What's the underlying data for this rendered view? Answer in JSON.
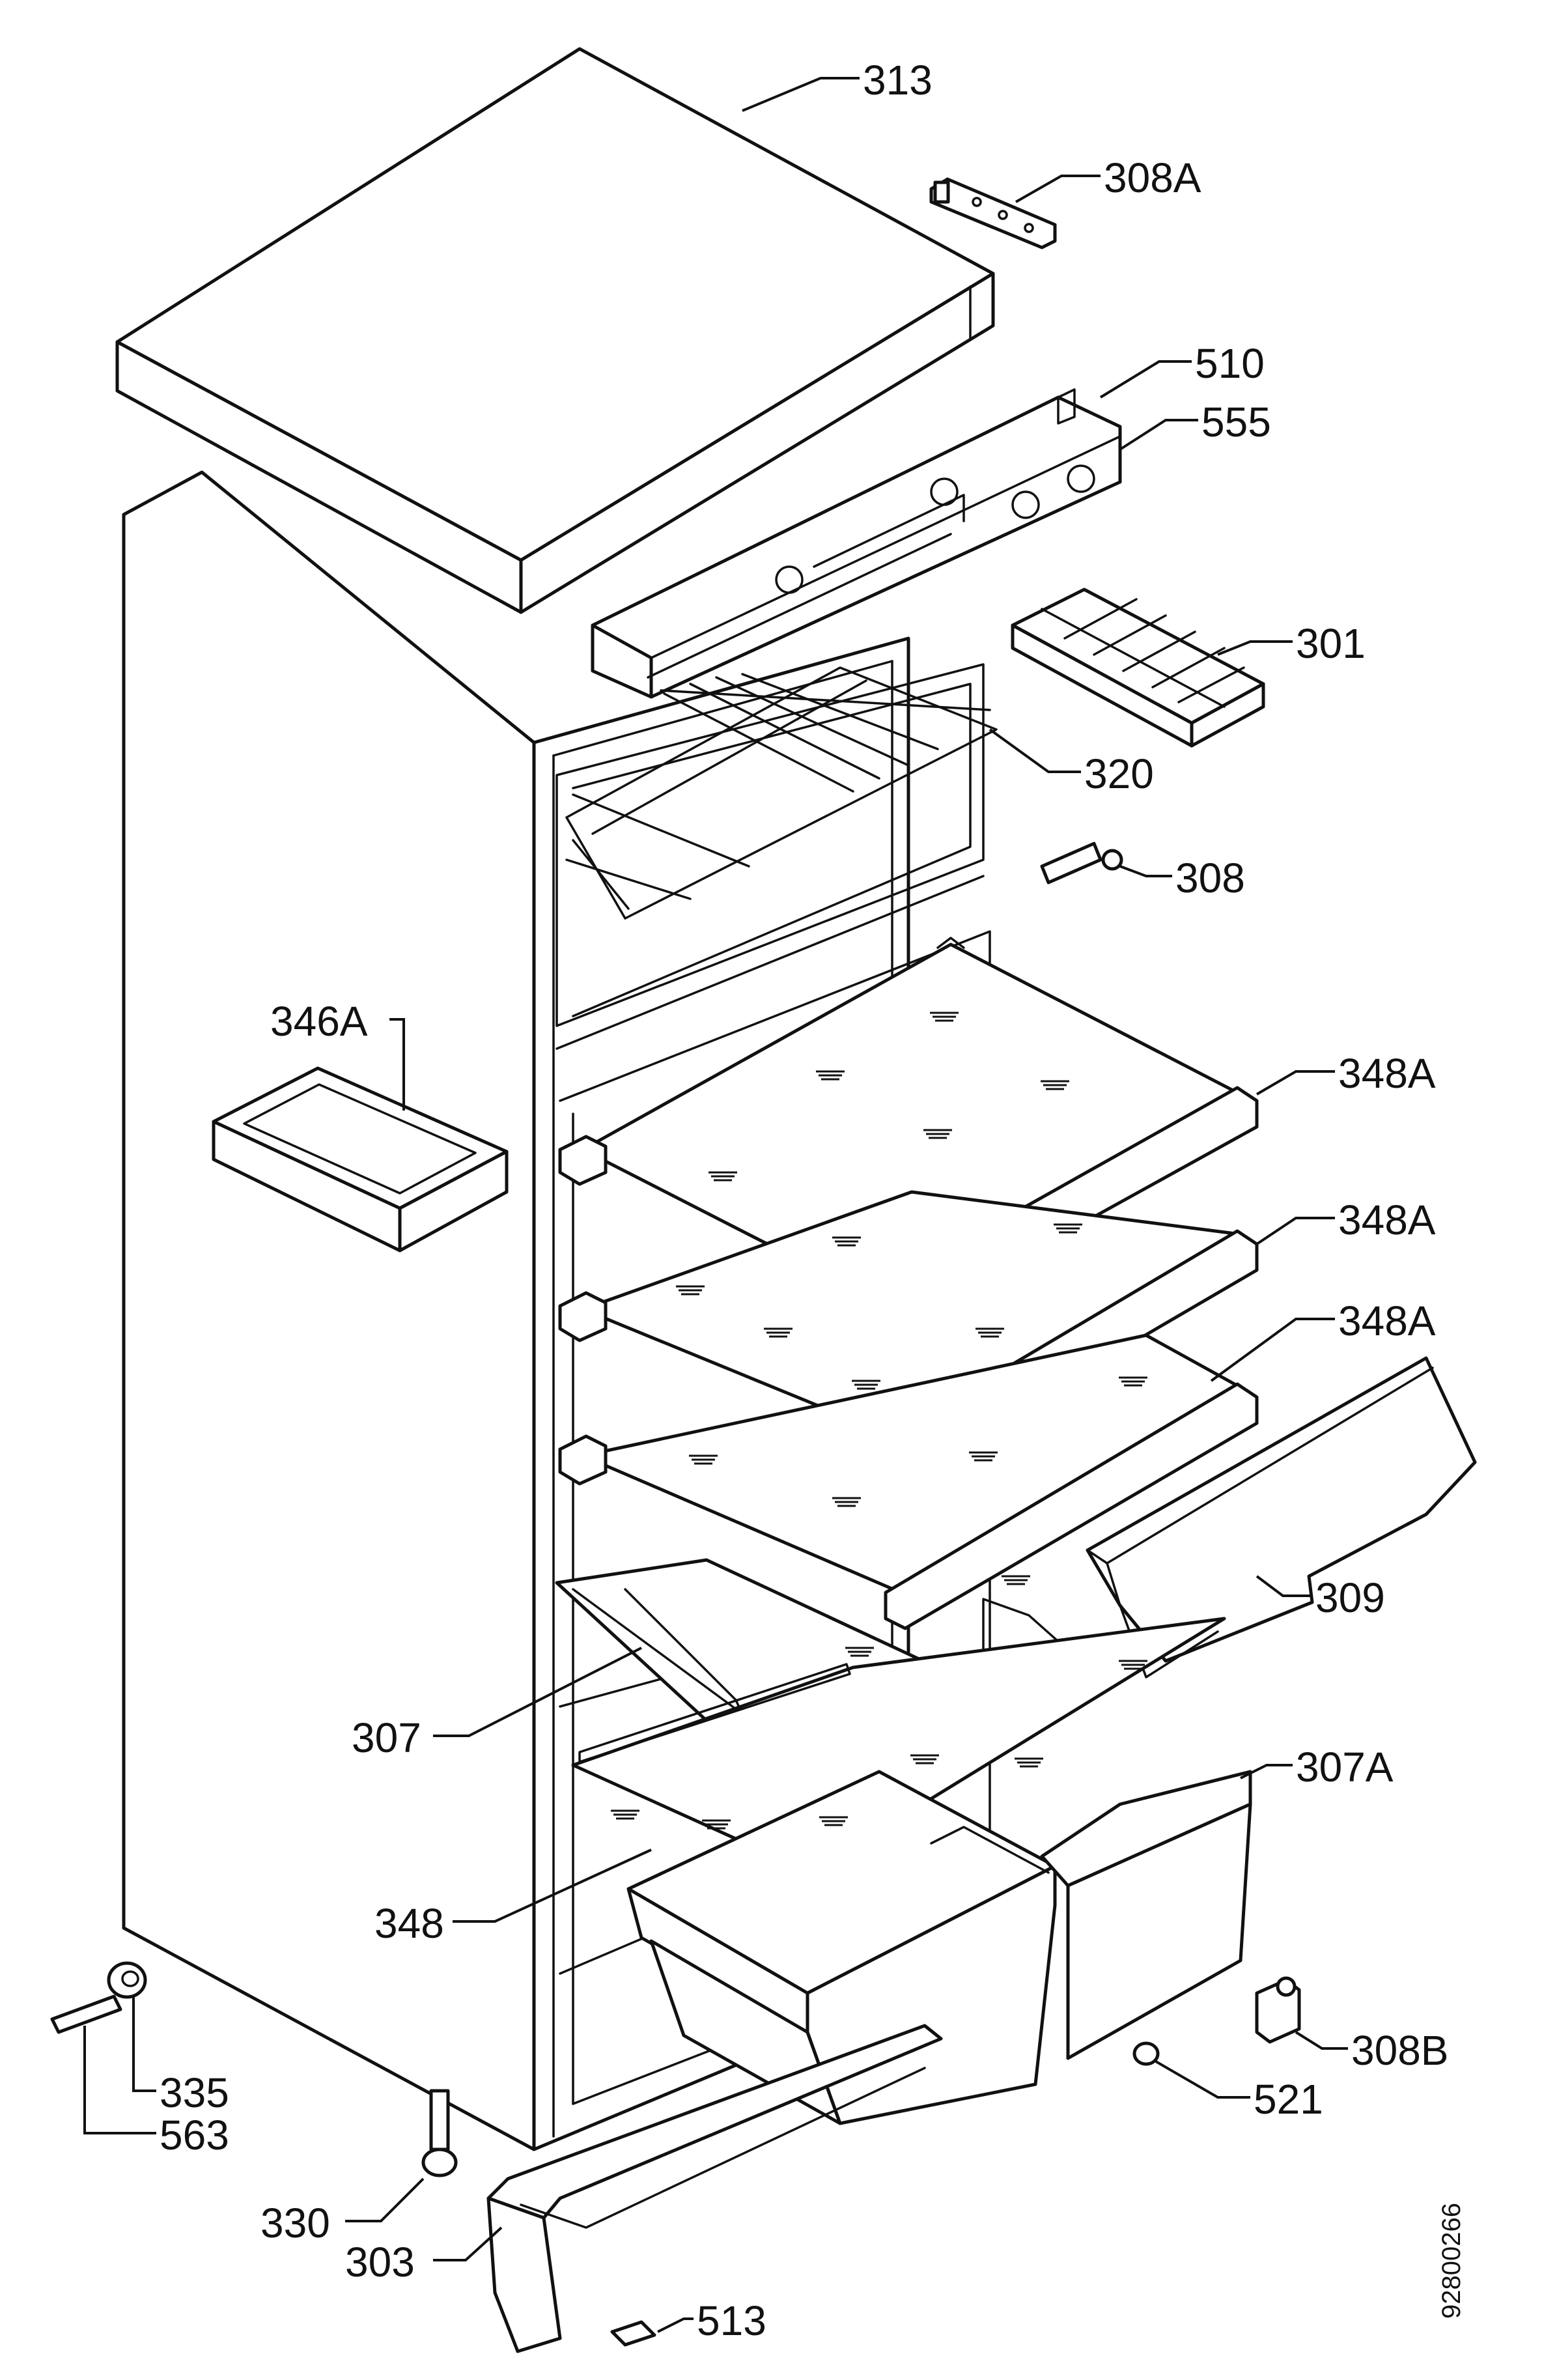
{
  "drawing_ref": "92800266",
  "parts": [
    {
      "id": "p313",
      "label": "313"
    },
    {
      "id": "p308A",
      "label": "308A"
    },
    {
      "id": "p510",
      "label": "510"
    },
    {
      "id": "p555",
      "label": "555"
    },
    {
      "id": "p301",
      "label": "301"
    },
    {
      "id": "p320",
      "label": "320"
    },
    {
      "id": "p308",
      "label": "308"
    },
    {
      "id": "p346A",
      "label": "346A"
    },
    {
      "id": "p348A1",
      "label": "348A"
    },
    {
      "id": "p348A2",
      "label": "348A"
    },
    {
      "id": "p348A3",
      "label": "348A"
    },
    {
      "id": "p309",
      "label": "309"
    },
    {
      "id": "p307",
      "label": "307"
    },
    {
      "id": "p307A",
      "label": "307A"
    },
    {
      "id": "p348",
      "label": "348"
    },
    {
      "id": "p308B",
      "label": "308B"
    },
    {
      "id": "p335",
      "label": "335"
    },
    {
      "id": "p563",
      "label": "563"
    },
    {
      "id": "p521",
      "label": "521"
    },
    {
      "id": "p330",
      "label": "330"
    },
    {
      "id": "p303",
      "label": "303"
    },
    {
      "id": "p513",
      "label": "513"
    }
  ]
}
